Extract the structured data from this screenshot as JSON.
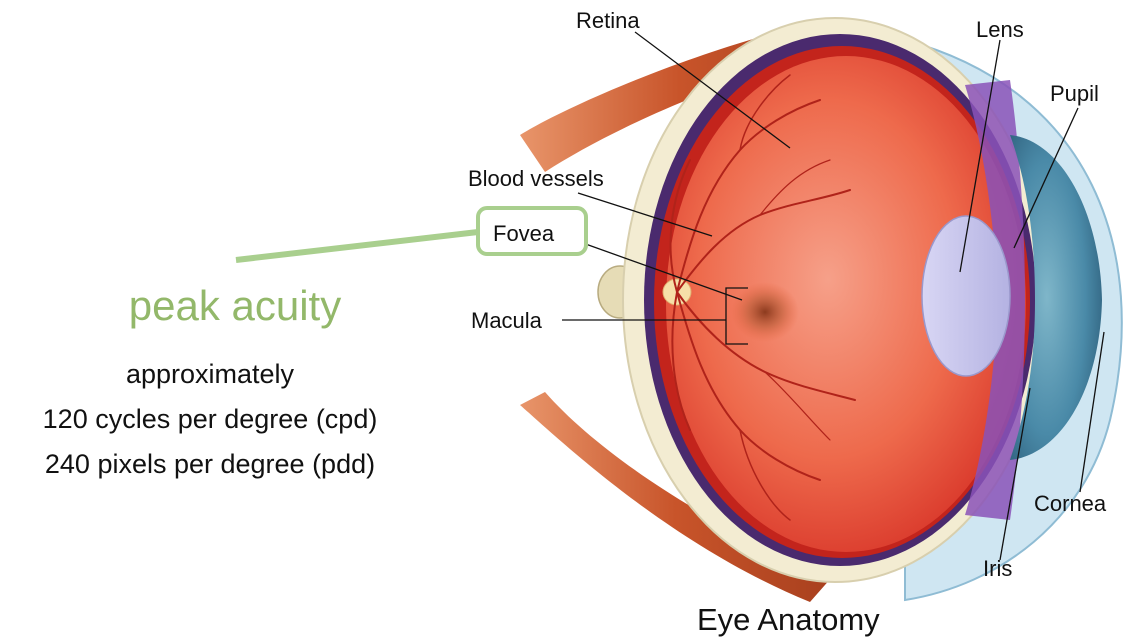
{
  "colors": {
    "accent": "#93b86a",
    "accent_line": "#a9cf8e",
    "retina_red": "#e8472f",
    "sclera": "#f3ecd2",
    "choroid": "#4a2a6e",
    "iris_blue": "#4a8aa8",
    "lens": "#c8c8ee",
    "muscle": "#c8542a"
  },
  "labels": {
    "retina": "Retina",
    "lens": "Lens",
    "pupil": "Pupil",
    "blood_vessels": "Blood vessels",
    "fovea": "Fovea",
    "macula": "Macula",
    "cornea": "Cornea",
    "iris": "Iris"
  },
  "caption": "Eye Anatomy",
  "callout": {
    "title": "peak acuity",
    "lines": [
      "approximately",
      "120 cycles per degree (cpd)",
      "240 pixels per degree (pdd)"
    ]
  }
}
